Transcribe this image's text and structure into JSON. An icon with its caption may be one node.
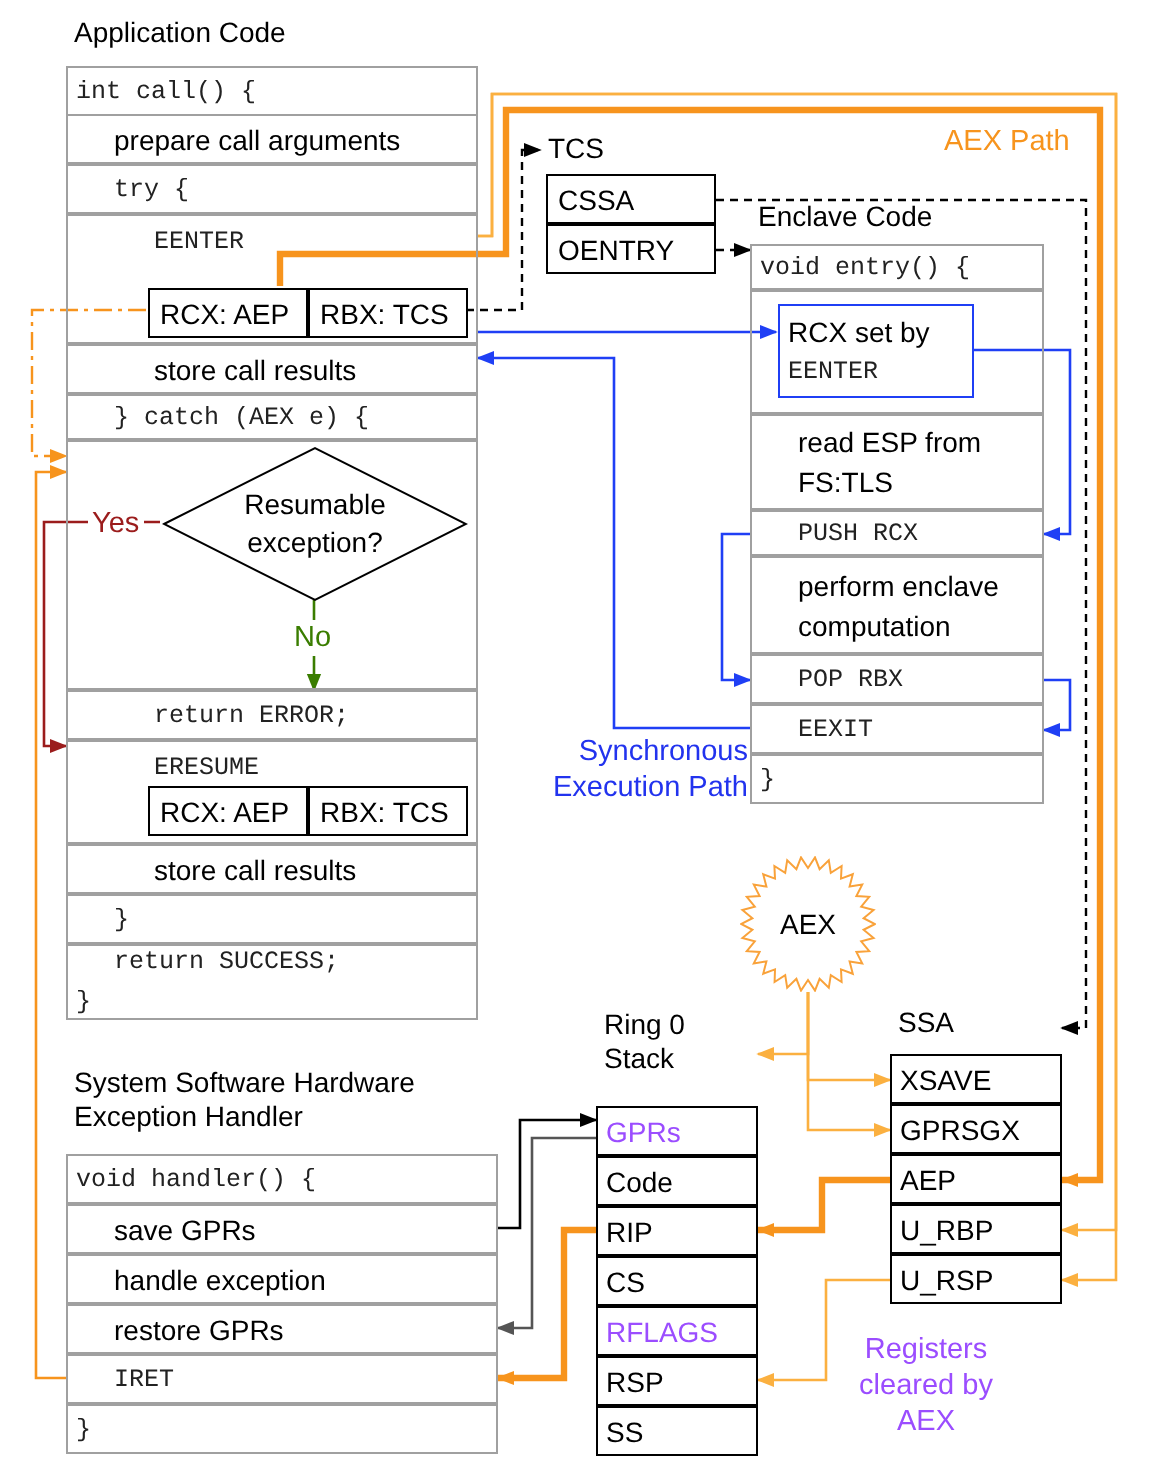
{
  "diagram": {
    "nodes": [
      {
        "text": [
          "Application Code"
        ]
      },
      {
        "text": [
          "int call() {"
        ],
        "in": 0
      },
      {
        "text": [
          "prepare call arguments"
        ],
        "in": 0
      },
      {
        "text": [
          "try {"
        ],
        "in": 0
      },
      {
        "text": [
          "EENTER"
        ],
        "in": 0
      },
      {
        "text": [
          "RCX: AEP"
        ],
        "in": 4
      },
      {
        "text": [
          "RBX: TCS"
        ],
        "in": 4
      },
      {
        "text": [
          "store call results"
        ],
        "in": 0
      },
      {
        "text": [
          "} catch (AEX e) {"
        ],
        "in": 0
      },
      {
        "text": [],
        "shape": "box",
        "in": 0
      },
      {
        "text": [
          "Resumable exception?"
        ],
        "in": 9
      },
      {
        "text": [
          "return ERROR;"
        ],
        "in": 0
      },
      {
        "text": [
          "ERESUME"
        ],
        "in": 0
      },
      {
        "text": [
          "RCX: AEP"
        ],
        "in": 12
      },
      {
        "text": [
          "RBX: TCS"
        ],
        "in": 12
      },
      {
        "text": [
          "store call results"
        ],
        "in": 0
      },
      {
        "text": [
          "}"
        ],
        "in": 0
      },
      {
        "text": [
          "return SUCCESS;",
          "}"
        ],
        "in": 0
      },
      {
        "text": [
          "TCS"
        ]
      },
      {
        "text": [
          "CSSA"
        ],
        "in": 18
      },
      {
        "text": [
          "OENTRY"
        ],
        "in": 18
      },
      {
        "text": [
          "Enclave Code"
        ]
      },
      {
        "text": [
          "void entry() {"
        ],
        "in": 21
      },
      {
        "text": [],
        "shape": "box",
        "in": 21
      },
      {
        "text": [
          "RCX set by",
          "EENTER"
        ],
        "in": 23
      },
      {
        "text": [
          "read ESP from FS:TLS"
        ],
        "in": 21
      },
      {
        "text": [
          "PUSH RCX"
        ],
        "in": 21
      },
      {
        "text": [
          "perform enclave computation"
        ],
        "in": 21
      },
      {
        "text": [
          "POP RBX"
        ],
        "in": 21
      },
      {
        "text": [
          "EEXIT"
        ],
        "in": 21
      },
      {
        "text": [
          "}"
        ],
        "in": 21
      },
      {
        "text": [
          "AEX"
        ]
      },
      {
        "text": [
          "Ring 0 Stack"
        ]
      },
      {
        "text": [
          "GPRs"
        ],
        "in": 32
      },
      {
        "text": [
          "Code"
        ],
        "in": 32
      },
      {
        "text": [
          "RIP"
        ],
        "in": 32
      },
      {
        "text": [
          "CS"
        ],
        "in": 32
      },
      {
        "text": [
          "RFLAGS"
        ],
        "in": 32
      },
      {
        "text": [
          "RSP"
        ],
        "in": 32
      },
      {
        "text": [
          "SS"
        ],
        "in": 32
      },
      {
        "text": [
          "SSA"
        ]
      },
      {
        "text": [
          "XSAVE"
        ],
        "in": 40
      },
      {
        "text": [
          "GPRSGX"
        ],
        "in": 40
      },
      {
        "text": [
          "AEP"
        ],
        "in": 40
      },
      {
        "text": [
          "U_RBP"
        ],
        "in": 40
      },
      {
        "text": [
          "U_RSP"
        ],
        "in": 40
      },
      {
        "text": [
          "System Software Hardware Exception Handler"
        ]
      },
      {
        "text": [
          "void handler() {"
        ],
        "in": 46
      },
      {
        "text": [
          "save GPRs"
        ],
        "in": 46
      },
      {
        "text": [
          "handle exception"
        ],
        "in": 46
      },
      {
        "text": [
          "restore GPRs"
        ],
        "in": 46
      },
      {
        "text": [
          "IRET"
        ],
        "in": 46
      },
      {
        "text": [
          "}"
        ],
        "in": 46
      }
    ],
    "edges": [
      {
        "from": 5,
        "to": 43,
        "arrow": "to",
        "style": "thick",
        "color": "#f7941d"
      },
      {
        "from": 4,
        "to": 44,
        "arrow": "to",
        "color": "#fbb040"
      },
      {
        "from": 4,
        "to": 45,
        "arrow": "to",
        "color": "#fbb040"
      },
      {
        "from": 6,
        "to": 18,
        "arrow": "to",
        "style": "dashed",
        "color": "#000000"
      },
      {
        "from": 19,
        "to": 40,
        "arrow": "to",
        "style": "dashed",
        "color": "#000000"
      },
      {
        "from": 20,
        "to": 22,
        "arrow": "to",
        "style": "dashed",
        "color": "#000000"
      },
      {
        "from": 4,
        "to": 24,
        "arrow": "to",
        "color": "#1f3ff5"
      },
      {
        "from": 24,
        "to": 26,
        "arrow": "to",
        "color": "#1f3ff5"
      },
      {
        "from": 26,
        "to": 28,
        "arrow": "to",
        "color": "#1f3ff5"
      },
      {
        "from": 28,
        "to": 29,
        "arrow": "to",
        "color": "#1f3ff5"
      },
      {
        "from": 29,
        "to": 7,
        "arrow": "to",
        "color": "#1f3ff5"
      },
      {
        "from": 5,
        "to": 9,
        "arrow": "to",
        "style": "dashed",
        "color": "#f7941d"
      },
      {
        "from": 51,
        "to": 9,
        "arrow": "to",
        "color": "#f7941d"
      },
      {
        "from": 10,
        "to": 12,
        "arrow": "to",
        "label": "Yes",
        "color": "#9b1c1c"
      },
      {
        "from": 10,
        "to": 11,
        "arrow": "to",
        "label": "No",
        "color": "#3a7d00"
      },
      {
        "from": 31,
        "to": 41,
        "arrow": "to",
        "color": "#fbb040"
      },
      {
        "from": 31,
        "to": 42,
        "arrow": "to",
        "color": "#fbb040"
      },
      {
        "from": 31,
        "to": 32,
        "arrow": "to",
        "color": "#fbb040"
      },
      {
        "from": 43,
        "to": 35,
        "arrow": "to",
        "style": "thick",
        "color": "#f7941d"
      },
      {
        "from": 45,
        "to": 38,
        "arrow": "to",
        "color": "#fbb040"
      },
      {
        "from": 48,
        "to": 33,
        "arrow": "to",
        "color": "#000000"
      },
      {
        "from": 33,
        "to": 50,
        "arrow": "to",
        "color": "#555555"
      },
      {
        "from": 35,
        "to": 51,
        "arrow": "to",
        "style": "thick",
        "color": "#f7941d"
      }
    ],
    "labels": [
      "AEX Path",
      "Synchronous Execution Path",
      "Registers cleared by AEX"
    ]
  }
}
